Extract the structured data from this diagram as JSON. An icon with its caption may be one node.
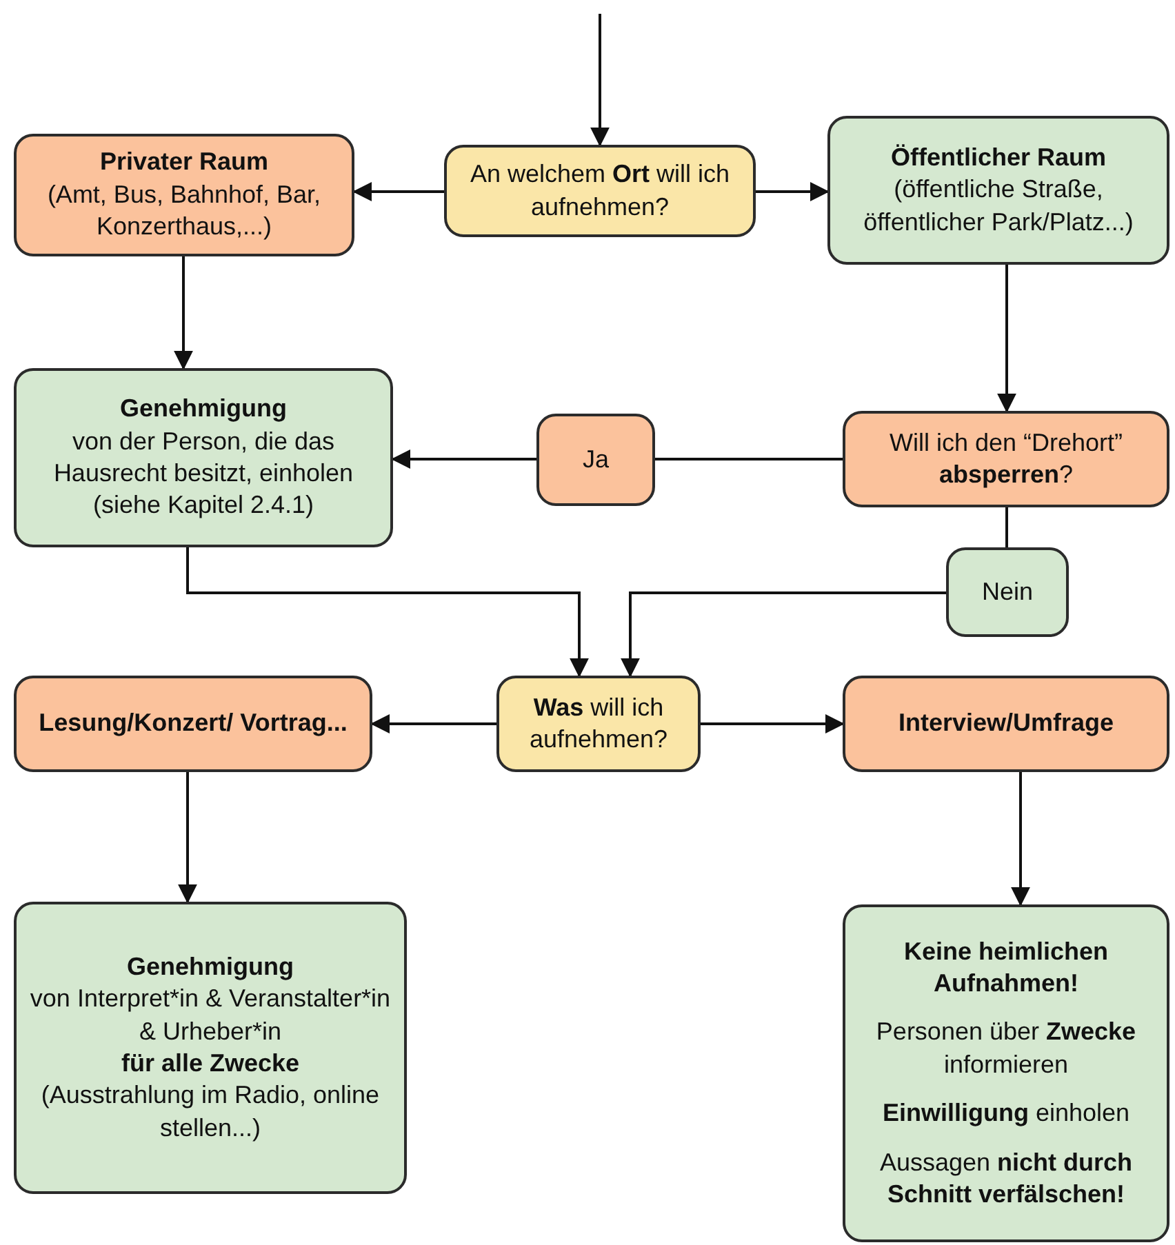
{
  "diagram": {
    "nodes": [
      {
        "text": [
          "An welchem **Ort** will ich aufnehmen?"
        ]
      },
      {
        "text": [
          "Privater Raum",
          "(Amt, Bus, Bahnhof, Bar, Konzerthaus,...)"
        ]
      },
      {
        "text": [
          "Öffentlicher Raum",
          "(öffentliche Straße, öffentlicher Park/Platz...)"
        ]
      },
      {
        "text": [
          "Genehmigung",
          "von der Person, die das Hausrecht besitzt, einholen (siehe Kapitel 2.4.1)"
        ]
      },
      {
        "text": [
          "Ja"
        ]
      },
      {
        "text": [
          "Will ich den “Drehort” **absperren**?"
        ]
      },
      {
        "text": [
          "Nein"
        ]
      },
      {
        "text": [
          "**Was** will ich aufnehmen?"
        ]
      },
      {
        "text": [
          "Lesung/Konzert/ Vortrag..."
        ]
      },
      {
        "text": [
          "Interview/Umfrage"
        ]
      },
      {
        "text": [
          "Genehmigung",
          "von Interpret*in & Veranstalter*in & Urheber*in",
          "für alle Zwecke",
          "(Ausstrahlung im Radio, online stellen...)"
        ]
      },
      {
        "text": [
          "Keine heimlichen Aufnahmen!",
          "Personen über **Zwecke** informieren",
          "**Einwilligung** einholen",
          "Aussagen **nicht durch Schnitt verfälschen!**"
        ]
      }
    ],
    "edges": [
      {
        "from": null,
        "to": 0,
        "arrow": "to"
      },
      {
        "from": 0,
        "to": 1,
        "arrow": "to"
      },
      {
        "from": 0,
        "to": 2,
        "arrow": "to"
      },
      {
        "from": 1,
        "to": 3,
        "arrow": "to"
      },
      {
        "from": 2,
        "to": 5,
        "arrow": "to"
      },
      {
        "from": 5,
        "to": 4,
        "arrow": "none"
      },
      {
        "from": 4,
        "to": 3,
        "arrow": "to"
      },
      {
        "from": 5,
        "to": 6,
        "arrow": "none"
      },
      {
        "from": 3,
        "to": 7,
        "arrow": "to"
      },
      {
        "from": 6,
        "to": 7,
        "arrow": "to"
      },
      {
        "from": 7,
        "to": 8,
        "arrow": "to"
      },
      {
        "from": 7,
        "to": 9,
        "arrow": "to"
      },
      {
        "from": 8,
        "to": 10,
        "arrow": "to"
      },
      {
        "from": 9,
        "to": 11,
        "arrow": "to"
      }
    ]
  }
}
